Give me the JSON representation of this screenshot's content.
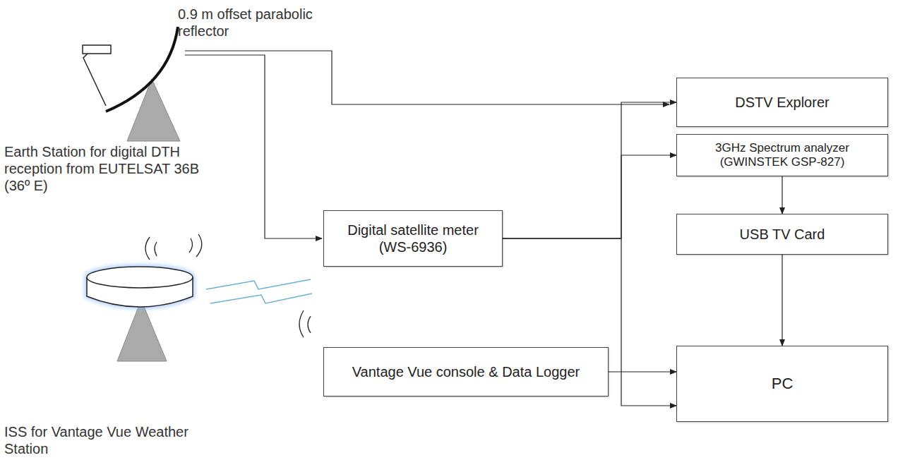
{
  "diagram": {
    "nodes": [
      {
        "text": [
          "DSTV Explorer"
        ]
      },
      {
        "text": [
          "3GHz Spectrum analyzer (GWINSTEK GSP-827)"
        ]
      },
      {
        "text": [
          "USB TV Card"
        ]
      },
      {
        "text": [
          "Digital satellite meter (WS-6936)"
        ]
      },
      {
        "text": [
          "Vantage Vue console & Data Logger"
        ]
      },
      {
        "text": [
          "PC"
        ]
      }
    ],
    "edges": [
      {
        "from": 3,
        "to": 0,
        "arrow": "to"
      },
      {
        "from": 3,
        "to": 1,
        "arrow": "to"
      },
      {
        "from": 3,
        "to": 5,
        "arrow": "to"
      },
      {
        "from": 1,
        "to": 2,
        "arrow": "to"
      },
      {
        "from": 2,
        "to": 5,
        "arrow": "to"
      },
      {
        "from": 4,
        "to": 5,
        "arrow": "to"
      }
    ],
    "labels": [
      "0.9 m offset parabolic reflector",
      "Earth Station for digital DTH reception from EUTELSAT 36B (36º E)",
      "ISS for Vantage Vue Weather Station"
    ]
  }
}
